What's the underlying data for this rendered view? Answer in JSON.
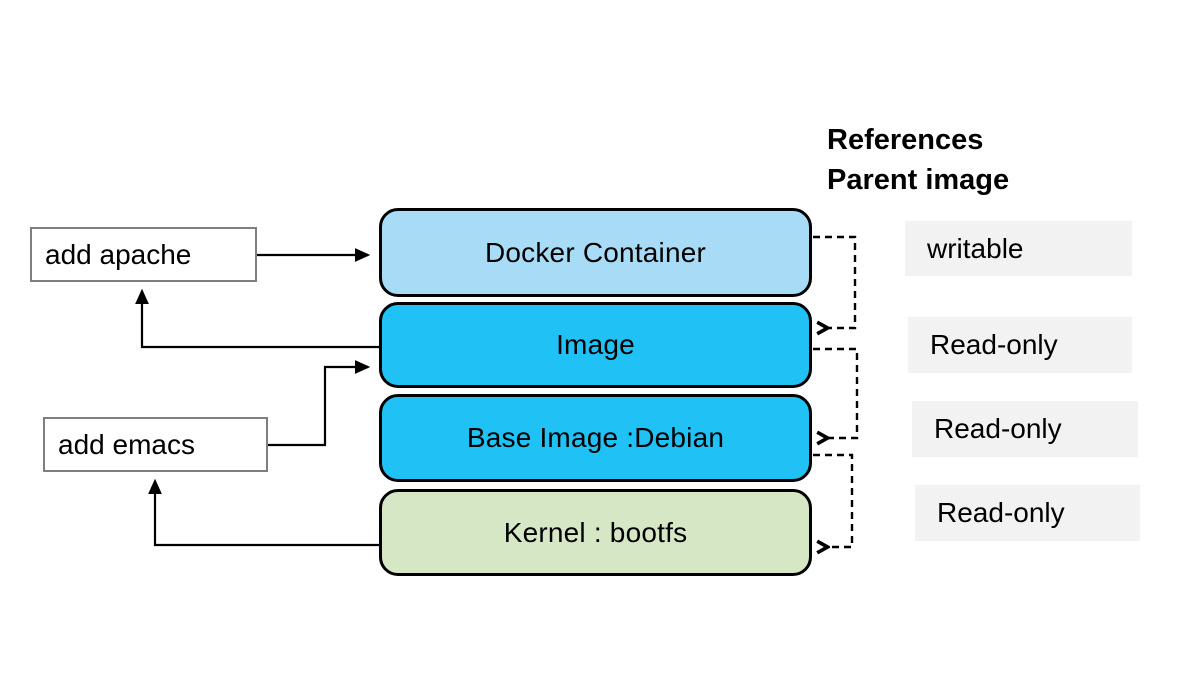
{
  "diagram": {
    "note": {
      "line1": "References",
      "line2": "Parent image"
    },
    "layers": [
      {
        "id": "docker-container",
        "label": "Docker Container",
        "access": "writable",
        "fill": "#a8dcf6"
      },
      {
        "id": "image",
        "label": "Image",
        "access": "Read-only",
        "fill": "#20c1f4"
      },
      {
        "id": "base-image",
        "label": "Base Image :Debian",
        "access": "Read-only",
        "fill": "#20c1f4"
      },
      {
        "id": "kernel",
        "label": "Kernel : bootfs",
        "access": "Read-only",
        "fill": "#d6e7c6"
      }
    ],
    "actions": [
      {
        "id": "add-apache",
        "label": "add apache"
      },
      {
        "id": "add-emacs",
        "label": "add emacs"
      }
    ],
    "edges": [
      {
        "from": "add apache",
        "to": "Docker Container",
        "style": "solid-arrow"
      },
      {
        "from": "Image",
        "to": "add apache",
        "style": "solid-arrow"
      },
      {
        "from": "add emacs",
        "to": "Image",
        "style": "solid-arrow"
      },
      {
        "from": "Kernel : bootfs",
        "to": "add emacs",
        "style": "solid-arrow"
      },
      {
        "from": "Docker Container",
        "to": "Image",
        "style": "dashed-arrow",
        "meaning": "references parent image"
      },
      {
        "from": "Image",
        "to": "Base Image :Debian",
        "style": "dashed-arrow",
        "meaning": "references parent image"
      },
      {
        "from": "Base Image :Debian",
        "to": "Kernel : bootfs",
        "style": "dashed-arrow",
        "meaning": "references parent image"
      }
    ],
    "colors": {
      "container_fill": "#a8dcf6",
      "image_fill": "#20c1f4",
      "kernel_fill": "#d6e7c6",
      "label_bg": "#f2f2f2",
      "box_border": "#000000",
      "action_border": "#7f7f7f",
      "line": "#000000"
    }
  }
}
